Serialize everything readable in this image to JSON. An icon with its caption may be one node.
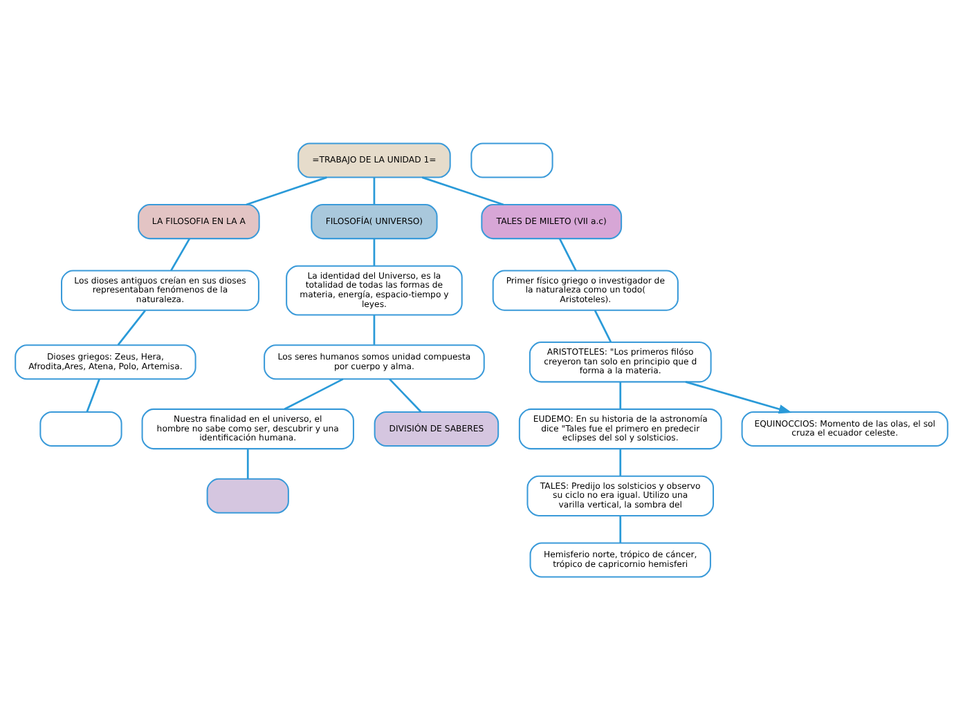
{
  "diagram": {
    "nodes": [
      {
        "text": [
          "=TRABAJO DE LA UNIDAD 1="
        ]
      },
      {
        "text": [
          "LA FILOSOFIA EN LA A"
        ]
      },
      {
        "text": [],
        "shape": "box"
      },
      {
        "text": [
          "Los dioses antiguos creían en sus dioses representaban fenómenos de la naturaleza."
        ]
      },
      {
        "text": [
          "Dioses griegos: Zeus, Hera, Afrodita,Ares, Atena, Polo, Artemisa."
        ]
      },
      {
        "text": [],
        "shape": "box"
      },
      {
        "text": [
          "FILOSOFÍA( UNIVERSO)"
        ]
      },
      {
        "text": [
          "La identidad del Universo, es la totalidad de todas las formas de materia, energía, espacio-tiempo y leyes."
        ]
      },
      {
        "text": [
          "Los seres humanos somos unidad compuesta por cuerpo y alma."
        ]
      },
      {
        "text": [
          "Nuestra finalidad en el universo, el hombre no sabe como ser, descubrir y una identificación humana."
        ]
      },
      {
        "text": [],
        "shape": "box"
      },
      {
        "text": [
          "DIVISIÓN DE SABERES"
        ]
      },
      {
        "text": [
          "TALES DE MILETO (VII a.c)"
        ]
      },
      {
        "text": [
          "Primer físico griego o investigador de la naturaleza como un todo( Aristoteles)."
        ]
      },
      {
        "text": [
          "ARISTOTELES: \"Los primeros filóso creyeron tan solo en principio que d forma a la materia."
        ]
      },
      {
        "text": [
          "EUDEMO: En su historia de la astronomía dice \"Tales fue el primero en predecir eclipses del sol y solsticios."
        ]
      },
      {
        "text": [
          "EQUINOCCIOS: Momento de las olas, el sol cruza el ecuador celeste."
        ]
      },
      {
        "text": [
          "TALES: Predijo los solsticios y observo su ciclo no era igual. Utilizo una varilla vertical, la sombra del"
        ]
      },
      {
        "text": [
          "Hemisferio norte, trópico de cáncer, trópico de capricornio hemisferi"
        ]
      }
    ],
    "edges": [
      {
        "from": 0,
        "to": 1,
        "arrow": "none"
      },
      {
        "from": 1,
        "to": 3,
        "arrow": "none"
      },
      {
        "from": 3,
        "to": 4,
        "arrow": "none"
      },
      {
        "from": 4,
        "to": 5,
        "arrow": "none"
      },
      {
        "from": 0,
        "to": 6,
        "arrow": "none"
      },
      {
        "from": 6,
        "to": 7,
        "arrow": "none"
      },
      {
        "from": 7,
        "to": 8,
        "arrow": "none"
      },
      {
        "from": 8,
        "to": 9,
        "arrow": "none"
      },
      {
        "from": 9,
        "to": 10,
        "arrow": "none"
      },
      {
        "from": 8,
        "to": 11,
        "arrow": "none"
      },
      {
        "from": 0,
        "to": 12,
        "arrow": "none"
      },
      {
        "from": 12,
        "to": 13,
        "arrow": "none"
      },
      {
        "from": 13,
        "to": 14,
        "arrow": "none"
      },
      {
        "from": 14,
        "to": 15,
        "arrow": "none"
      },
      {
        "from": 14,
        "to": 16,
        "arrow": "to"
      },
      {
        "from": 15,
        "to": 17,
        "arrow": "none"
      },
      {
        "from": 17,
        "to": 18,
        "arrow": "none"
      }
    ]
  }
}
